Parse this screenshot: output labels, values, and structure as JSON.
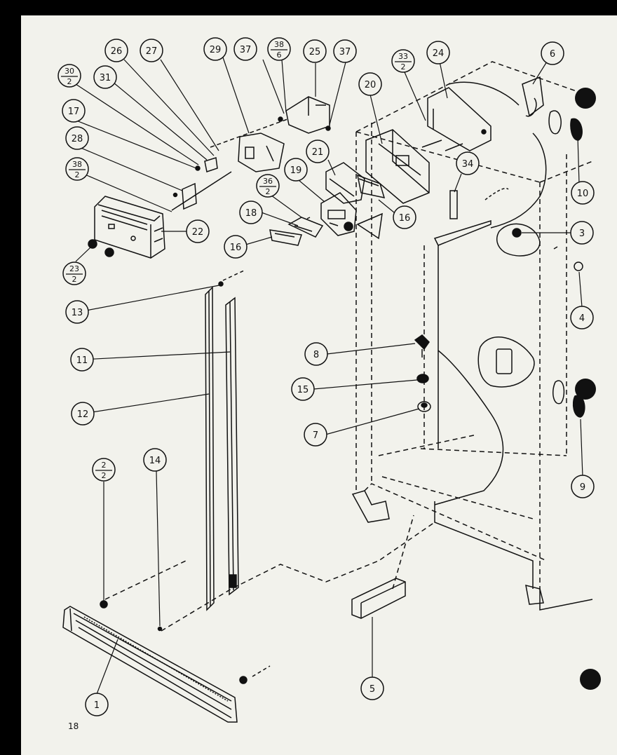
{
  "diagram": {
    "page_number": "18",
    "callouts": [
      {
        "id": "c-30-2",
        "num": "30",
        "den": "2"
      },
      {
        "id": "c-31",
        "text": "31"
      },
      {
        "id": "c-26",
        "text": "26"
      },
      {
        "id": "c-27",
        "text": "27"
      },
      {
        "id": "c-29",
        "text": "29"
      },
      {
        "id": "c-37a",
        "text": "37"
      },
      {
        "id": "c-38-6",
        "num": "38",
        "den": "6"
      },
      {
        "id": "c-25",
        "text": "25"
      },
      {
        "id": "c-37b",
        "text": "37"
      },
      {
        "id": "c-20",
        "text": "20"
      },
      {
        "id": "c-33-2",
        "num": "33",
        "den": "2"
      },
      {
        "id": "c-24",
        "text": "24"
      },
      {
        "id": "c-6",
        "text": "6"
      },
      {
        "id": "c-17",
        "text": "17"
      },
      {
        "id": "c-28",
        "text": "28"
      },
      {
        "id": "c-38-2",
        "num": "38",
        "den": "2"
      },
      {
        "id": "c-21",
        "text": "21"
      },
      {
        "id": "c-19",
        "text": "19"
      },
      {
        "id": "c-36-2",
        "num": "36",
        "den": "2"
      },
      {
        "id": "c-34",
        "text": "34"
      },
      {
        "id": "c-10",
        "text": "10"
      },
      {
        "id": "c-18",
        "text": "18"
      },
      {
        "id": "c-16a",
        "text": "16"
      },
      {
        "id": "c-16b",
        "text": "16"
      },
      {
        "id": "c-22",
        "text": "22"
      },
      {
        "id": "c-3",
        "text": "3"
      },
      {
        "id": "c-23-2",
        "num": "23",
        "den": "2"
      },
      {
        "id": "c-4",
        "text": "4"
      },
      {
        "id": "c-13",
        "text": "13"
      },
      {
        "id": "c-8",
        "text": "8"
      },
      {
        "id": "c-11",
        "text": "11"
      },
      {
        "id": "c-15",
        "text": "15"
      },
      {
        "id": "c-12",
        "text": "12"
      },
      {
        "id": "c-7",
        "text": "7"
      },
      {
        "id": "c-9",
        "text": "9"
      },
      {
        "id": "c-2-2",
        "num": "2",
        "den": "2"
      },
      {
        "id": "c-14",
        "text": "14"
      },
      {
        "id": "c-5",
        "text": "5"
      },
      {
        "id": "c-1",
        "text": "1"
      }
    ]
  }
}
